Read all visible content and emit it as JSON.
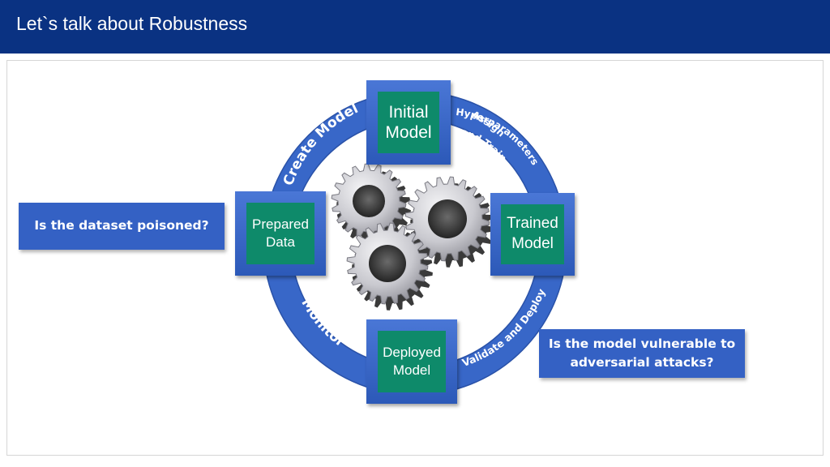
{
  "header": {
    "title": "Let`s talk about Robustness"
  },
  "stages": {
    "initial": "Initial\nModel",
    "trained": "Trained\nModel",
    "deployed": "Deployed\nModel",
    "prepared": "Prepared\nData"
  },
  "arcs": {
    "create_model": "Create Model",
    "assign_line1": "Assign",
    "assign_line2": "Hyperparameters",
    "assign_line3": "and Train",
    "validate": "Validate and Deploy",
    "monitor": "Monitor"
  },
  "questions": {
    "dataset": "Is the dataset poisoned?",
    "model": "Is the model vulnerable to\nadversarial attacks?"
  },
  "colors": {
    "header_bg": "#0a3282",
    "ring_blue": "#3867c8",
    "box_blue": "#3a66c8",
    "stage_green": "#0e8a6a",
    "question_bg": "#3461c4"
  }
}
